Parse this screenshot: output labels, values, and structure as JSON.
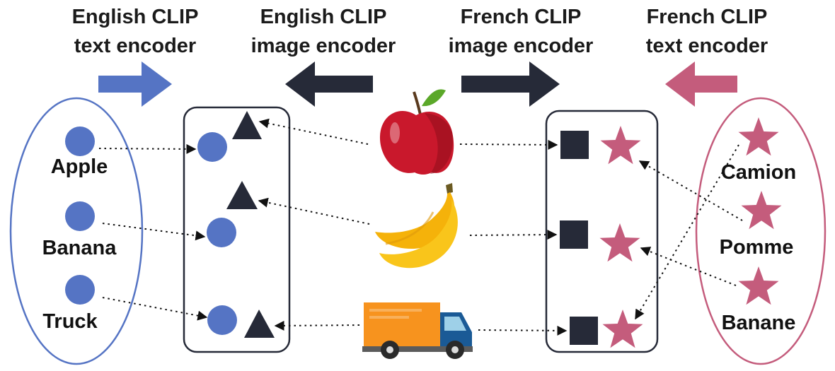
{
  "headers": {
    "en_text": {
      "line1": "English CLIP",
      "line2": "text encoder"
    },
    "en_image": {
      "line1": "English CLIP",
      "line2": "image encoder"
    },
    "fr_image": {
      "line1": "French CLIP",
      "line2": "image encoder"
    },
    "fr_text": {
      "line1": "French CLIP",
      "line2": "text encoder"
    }
  },
  "english_words": [
    "Apple",
    "Banana",
    "Truck"
  ],
  "french_words": [
    "Camion",
    "Pomme",
    "Banane"
  ],
  "images": [
    "apple",
    "banana",
    "truck"
  ],
  "colors": {
    "english_blue": "#5574c4",
    "french_pink": "#c45c7c",
    "dark_navy": "#262a38"
  }
}
